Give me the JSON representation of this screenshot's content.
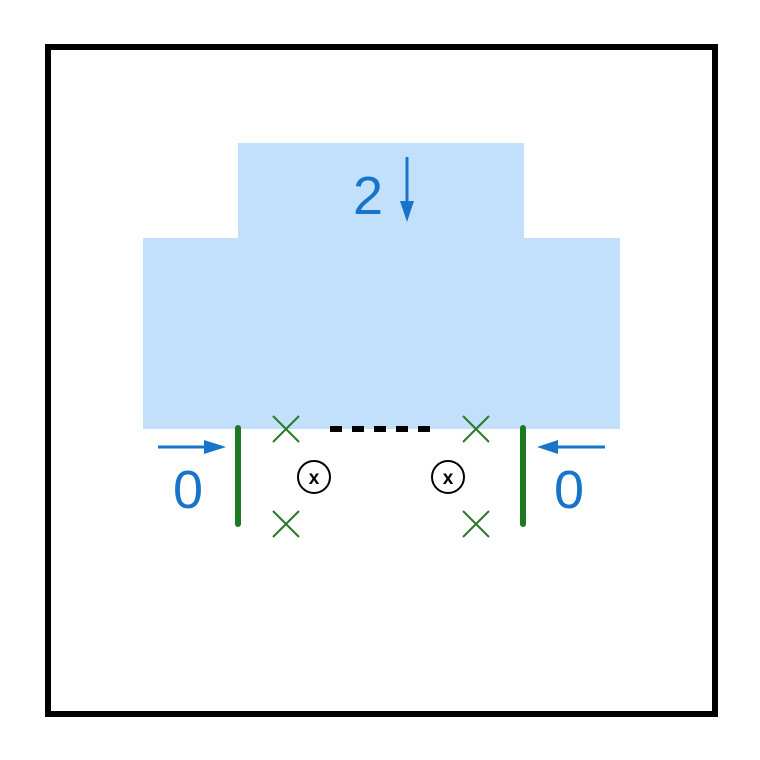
{
  "labels": {
    "top": "2",
    "left": "0",
    "right": "0",
    "marker_left": "x",
    "marker_right": "x"
  },
  "colors": {
    "frame": "#000000",
    "region": "#c2e0fb",
    "label": "#1874c8",
    "wall": "#1e7a22",
    "cross": "#2a7a2a",
    "dots": "#000000",
    "marker": "#000000"
  },
  "icons": {
    "top_arrow": "arrow-down-icon",
    "left_arrow": "arrow-right-icon",
    "right_arrow": "arrow-left-icon",
    "cross": "x-cross-icon",
    "marker": "circled-x-icon"
  }
}
